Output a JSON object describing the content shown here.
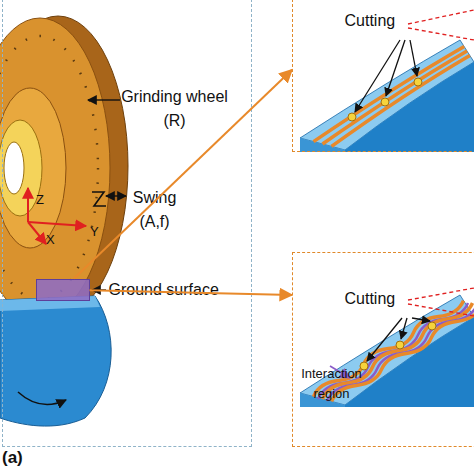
{
  "diagram": {
    "nodes": [
      {
        "text": [
          "Grinding wheel (R)",
          "Swing (A,f)"
        ]
      },
      {
        "text": [
          "Ground surface"
        ],
        "in": 0
      },
      {
        "text": [
          "Cutting"
        ]
      },
      {
        "text": [
          "Cutting",
          "Interaction region"
        ]
      }
    ],
    "edges": [
      {
        "from": 1,
        "to": 2,
        "arrow": "to"
      },
      {
        "from": 1,
        "to": 3,
        "arrow": "to"
      }
    ],
    "labels": [
      "Z",
      "X",
      "Y",
      "(a)"
    ]
  }
}
